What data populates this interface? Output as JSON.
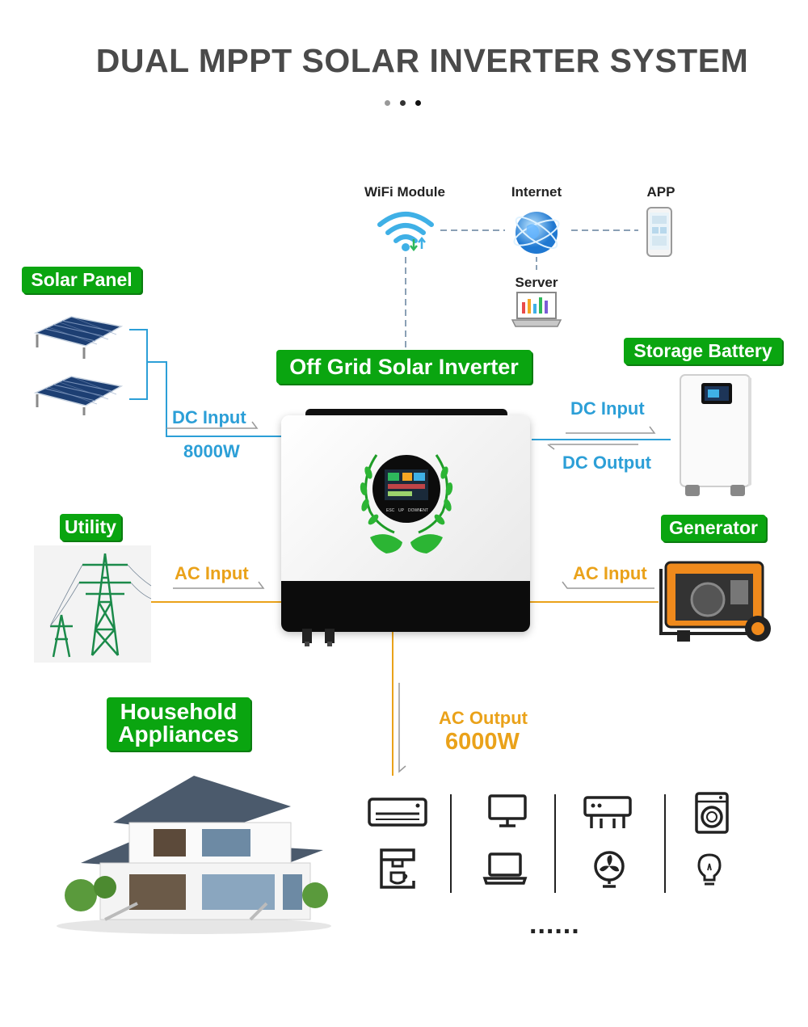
{
  "title": "DUAL MPPT SOLAR INVERTER SYSTEM",
  "pager": {
    "colors": [
      "#999999",
      "#333333",
      "#111111"
    ]
  },
  "network": {
    "wifi_label": "WiFi Module",
    "internet_label": "Internet",
    "app_label": "APP",
    "server_label": "Server"
  },
  "labels": {
    "solar_panel": "Solar Panel",
    "inverter": "Off Grid Solar Inverter",
    "storage_battery": "Storage Battery",
    "utility": "Utility",
    "generator": "Generator",
    "household_line1": "Household",
    "household_line2": "Appliances"
  },
  "flows": {
    "solar_dc_input": "DC Input",
    "solar_power": "8000W",
    "battery_dc_input": "DC Input",
    "battery_dc_output": "DC Output",
    "utility_ac_input": "AC Input",
    "generator_ac_input": "AC Input",
    "ac_output": "AC Output",
    "ac_output_power": "6000W"
  },
  "appliances": [
    "air-conditioner",
    "monitor",
    "heater",
    "washing-machine",
    "coffee-maker",
    "laptop",
    "fan",
    "light-bulb"
  ],
  "more_indicator": "......",
  "colors": {
    "green": "#0aa510",
    "blue": "#2c9fd7",
    "orange": "#eaa21a",
    "dashed_gray": "#8aa0b5",
    "text_dark": "#4a4a4a"
  }
}
